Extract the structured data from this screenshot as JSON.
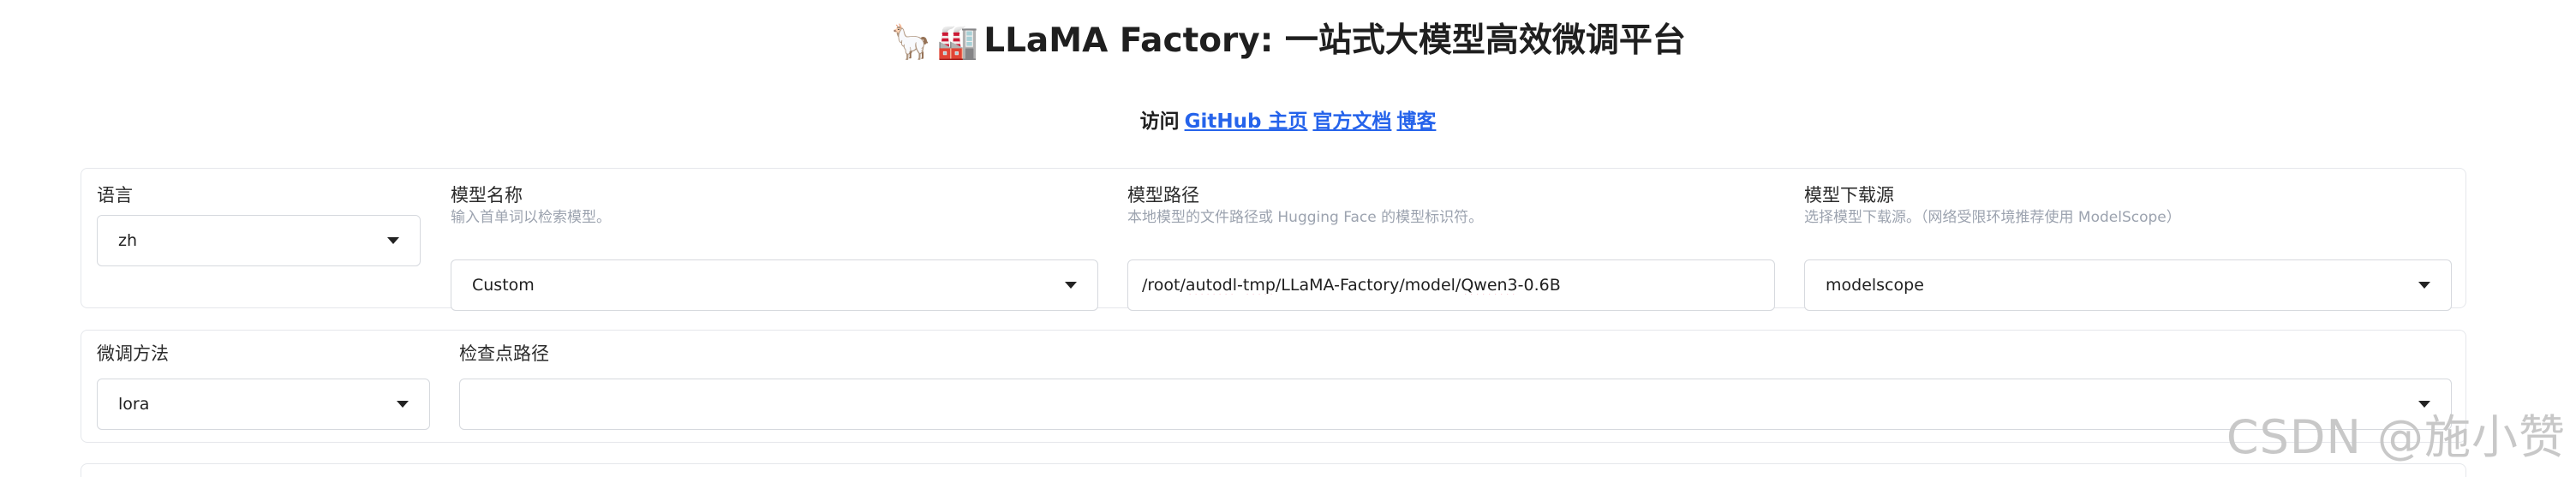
{
  "header": {
    "emoji_llama": "🦙",
    "emoji_factory": "🏭",
    "title": "LLaMA Factory: 一站式大模型高效微调平台"
  },
  "visit": {
    "prefix": "访问",
    "links": [
      "GitHub 主页",
      "官方文档",
      "博客"
    ]
  },
  "row1": {
    "lang": {
      "label": "语言",
      "value": "zh"
    },
    "model_name": {
      "label": "模型名称",
      "info": "输入首单词以检索模型。",
      "value": "Custom"
    },
    "model_path": {
      "label": "模型路径",
      "info": "本地模型的文件路径或 Hugging Face 的模型标识符。",
      "value_parts": [
        "/root/",
        "autodl",
        "-",
        "tmp",
        "/LLaMA-Factory/model/",
        "Qwen3",
        "-0.6B"
      ]
    },
    "download_source": {
      "label": "模型下载源",
      "info": "选择模型下载源。（网络受限环境推荐使用 ModelScope）",
      "value": "modelscope"
    }
  },
  "row2": {
    "finetune": {
      "label": "微调方法",
      "value": "lora"
    },
    "checkpoint": {
      "label": "检查点路径",
      "value": ""
    }
  },
  "watermark": "CSDN @施小赞"
}
